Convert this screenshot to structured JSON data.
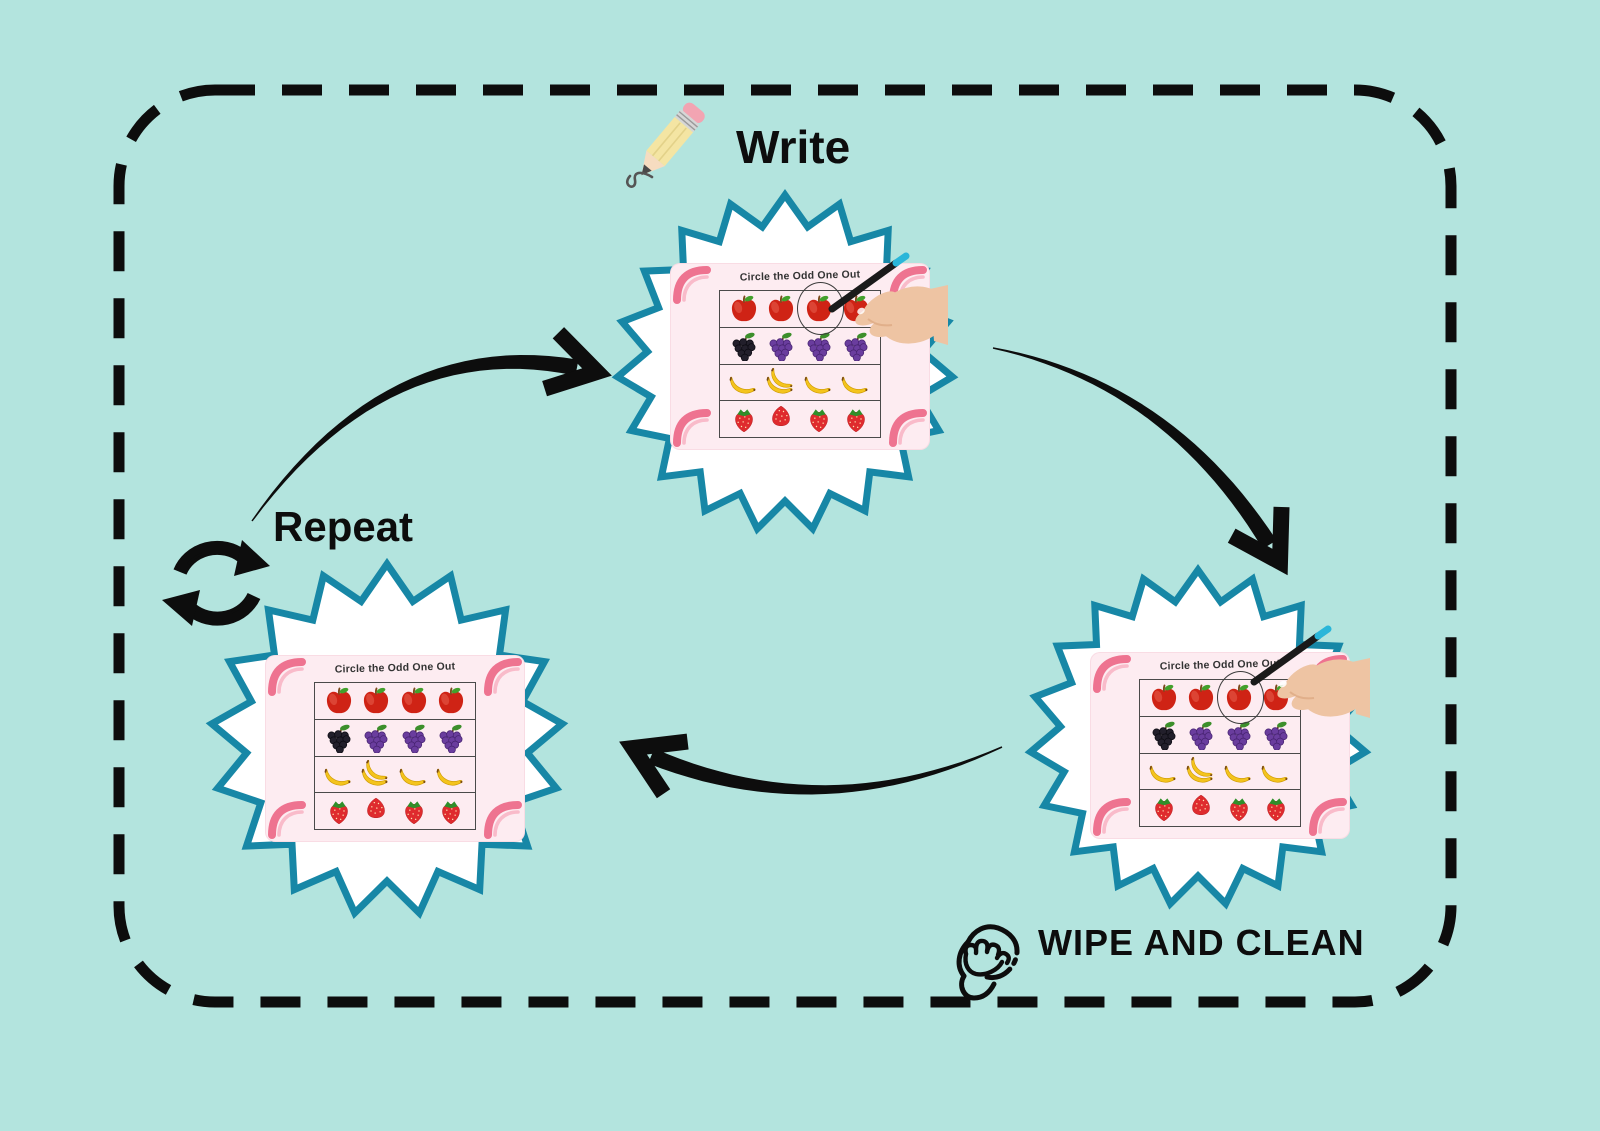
{
  "steps": {
    "write": {
      "label": "Write",
      "icon": "pencil-icon"
    },
    "wipe": {
      "label": "WIPE AND CLEAN",
      "icon": "wipe-hand-icon"
    },
    "repeat": {
      "label": "Repeat",
      "icon": "recycle-arrows-icon"
    }
  },
  "worksheet": {
    "title": "Circle the Odd One Out",
    "rows": [
      {
        "fruit": "apple",
        "count": 4,
        "odd_index": null,
        "circled_index": 2
      },
      {
        "fruit": "grapes",
        "count": 4,
        "odd_index": 0
      },
      {
        "fruit": "banana",
        "count": 4,
        "odd_index": 1
      },
      {
        "fruit": "strawberry",
        "count": 4,
        "odd_index": 1
      }
    ]
  },
  "badges": [
    {
      "id": "write-badge",
      "step": "write",
      "worksheet_state": "being-marked",
      "hand_visible": true,
      "circle_visible": true
    },
    {
      "id": "wipe-badge",
      "step": "wipe",
      "worksheet_state": "marked",
      "hand_visible": true,
      "circle_visible": true
    },
    {
      "id": "repeat-badge",
      "step": "repeat",
      "worksheet_state": "clean",
      "hand_visible": false,
      "circle_visible": false
    }
  ],
  "colors": {
    "background": "#b3e4de",
    "badge_border": "#1787a6",
    "worksheet_background": "#fdecf1",
    "arrow": "#0d0d0d",
    "text": "#0d0d0d",
    "corner_pink": "#ee7390"
  }
}
